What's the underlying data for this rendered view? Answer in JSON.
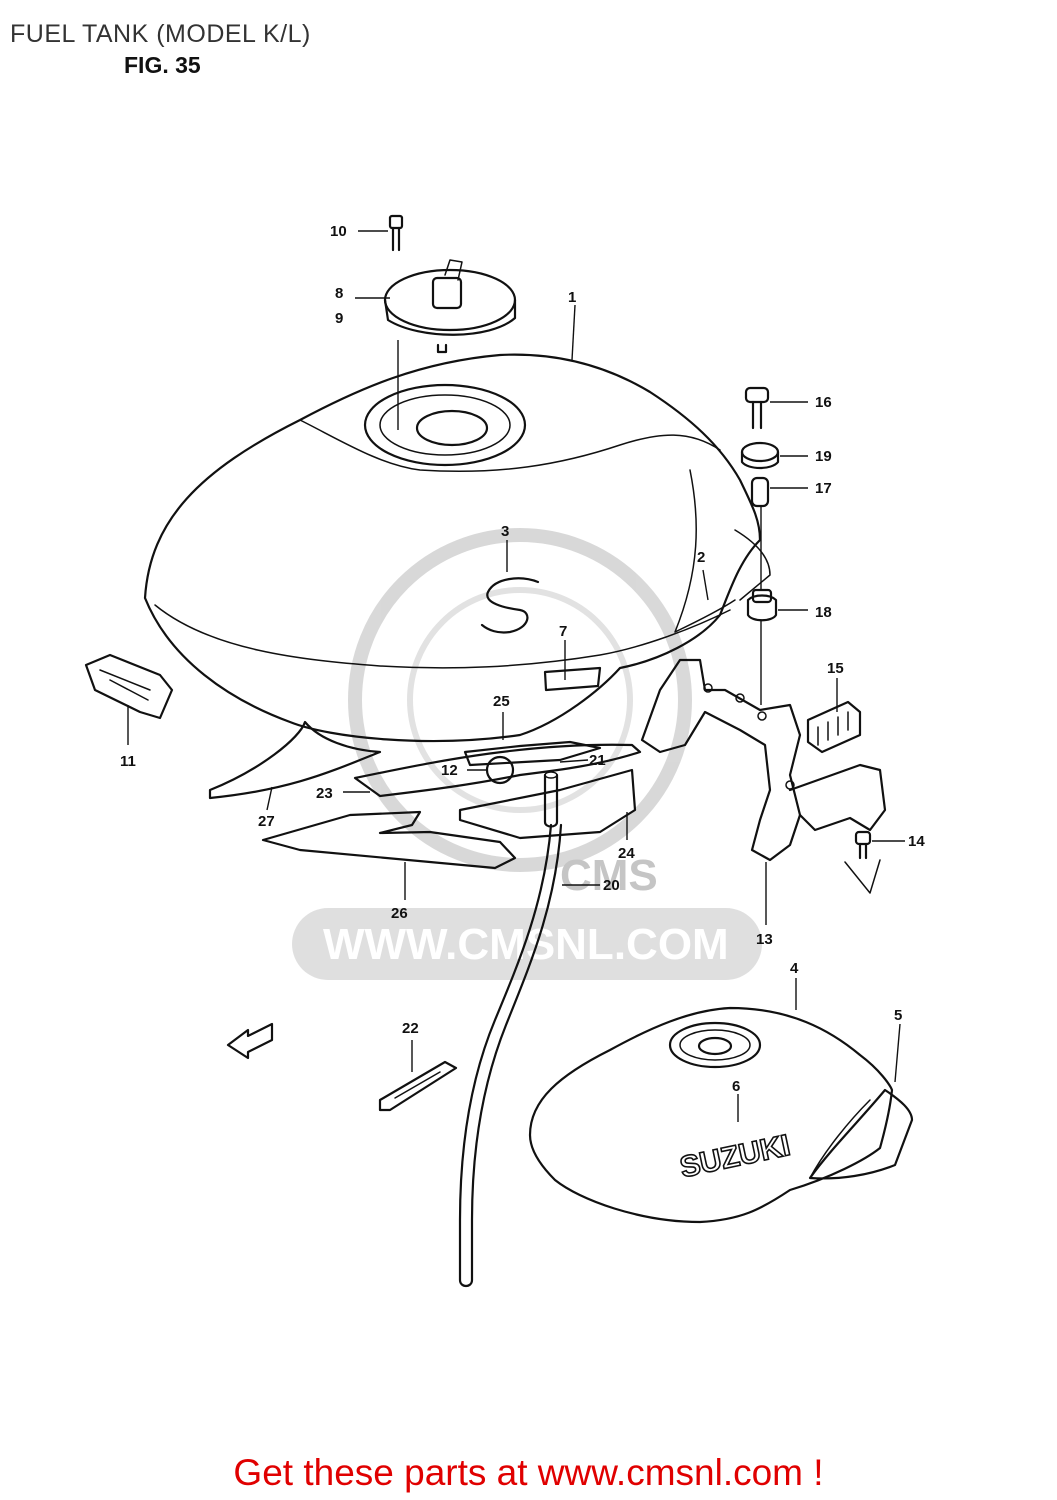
{
  "header": {
    "title": "FUEL TANK (MODEL K/L)",
    "figure": "FIG. 35"
  },
  "diagram": {
    "callouts": [
      {
        "id": "1",
        "label": "1"
      },
      {
        "id": "2",
        "label": "2"
      },
      {
        "id": "3",
        "label": "3"
      },
      {
        "id": "4",
        "label": "4"
      },
      {
        "id": "5",
        "label": "5"
      },
      {
        "id": "6",
        "label": "6"
      },
      {
        "id": "7",
        "label": "7"
      },
      {
        "id": "8",
        "label": "8"
      },
      {
        "id": "9",
        "label": "9"
      },
      {
        "id": "10",
        "label": "10"
      },
      {
        "id": "11",
        "label": "11"
      },
      {
        "id": "12",
        "label": "12"
      },
      {
        "id": "13",
        "label": "13"
      },
      {
        "id": "14",
        "label": "14"
      },
      {
        "id": "15",
        "label": "15"
      },
      {
        "id": "16",
        "label": "16"
      },
      {
        "id": "17",
        "label": "17"
      },
      {
        "id": "18",
        "label": "18"
      },
      {
        "id": "19",
        "label": "19"
      },
      {
        "id": "20",
        "label": "20"
      },
      {
        "id": "21",
        "label": "21"
      },
      {
        "id": "22",
        "label": "22"
      },
      {
        "id": "23",
        "label": "23"
      },
      {
        "id": "24",
        "label": "24"
      },
      {
        "id": "25",
        "label": "25"
      },
      {
        "id": "26",
        "label": "26"
      },
      {
        "id": "27",
        "label": "27"
      }
    ],
    "fwd_label": "FWD",
    "decal_brand": "SUZUKI",
    "watermark": "WWW.CMSNL.COM",
    "watermark_logo": "CMS"
  },
  "footer": {
    "link_text": "Get these parts at www.cmsnl.com !",
    "link_color": "#e00000"
  }
}
